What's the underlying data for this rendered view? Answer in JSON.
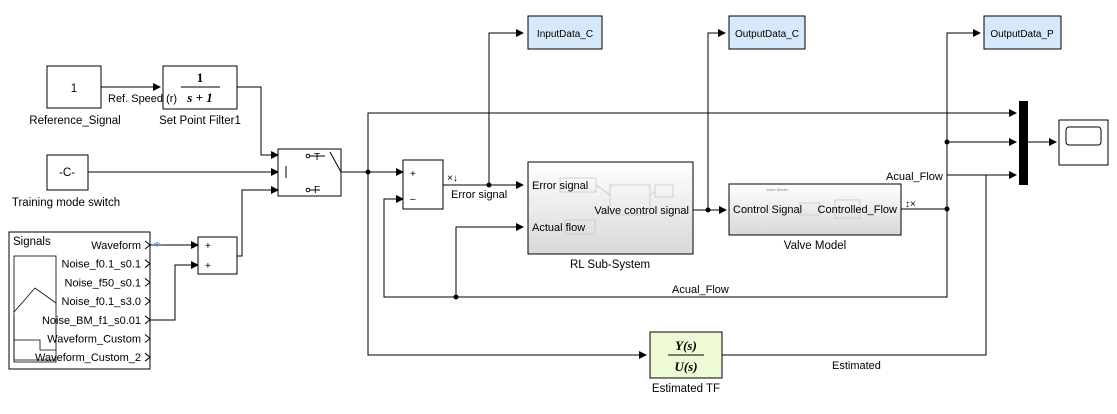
{
  "blocks": {
    "reference_signal": {
      "value": "1",
      "name": "Reference_Signal"
    },
    "set_point_filter": {
      "numerator": "1",
      "denominator": "s + 1",
      "name": "Set Point Filter1"
    },
    "training_mode": {
      "value": "-C-",
      "name": "Training mode switch"
    },
    "switch": {
      "port_t": "T",
      "port_f": "F"
    },
    "signals": {
      "title": "Signals",
      "outputs": [
        "Waveform",
        "Noise_f0.1_s0.1",
        "Noise_f50_s0.1",
        "Noise_f0.1_s3.0",
        "Noise_BM_f1_s0.01",
        "Waveform_Custom",
        "Waveform_Custom_2"
      ]
    },
    "sum1": {
      "plus1": "+",
      "plus2": "+"
    },
    "sum2": {
      "plus": "+",
      "minus": "–"
    },
    "rl_subsystem": {
      "in1": "Error signal",
      "in2": "Actual flow",
      "out": "Valve control signal",
      "name": "RL Sub-System"
    },
    "valve_model": {
      "in": "Control Signal",
      "out": "Controlled_Flow",
      "name": "Valve Model",
      "header": "Valve Model"
    },
    "estimated_tf": {
      "numerator": "Y(s)",
      "denominator": "U(s)",
      "name": "Estimated TF"
    },
    "input_data": {
      "name": "InputData_C"
    },
    "output_data_c": {
      "name": "OutputData_C"
    },
    "output_data_p": {
      "name": "OutputData_P"
    }
  },
  "signals_labels": {
    "ref_speed": "Ref. Speed (r)",
    "error_signal": "Error signal",
    "acual_flow_top": "Acual_Flow",
    "acual_flow_bottom": "Acual_Flow",
    "estimated": "Estimated"
  },
  "colors": {
    "blue_block": "#d6e9fb",
    "green_block": "#eefad6",
    "subsystem_gray": "#e6e6e6"
  }
}
